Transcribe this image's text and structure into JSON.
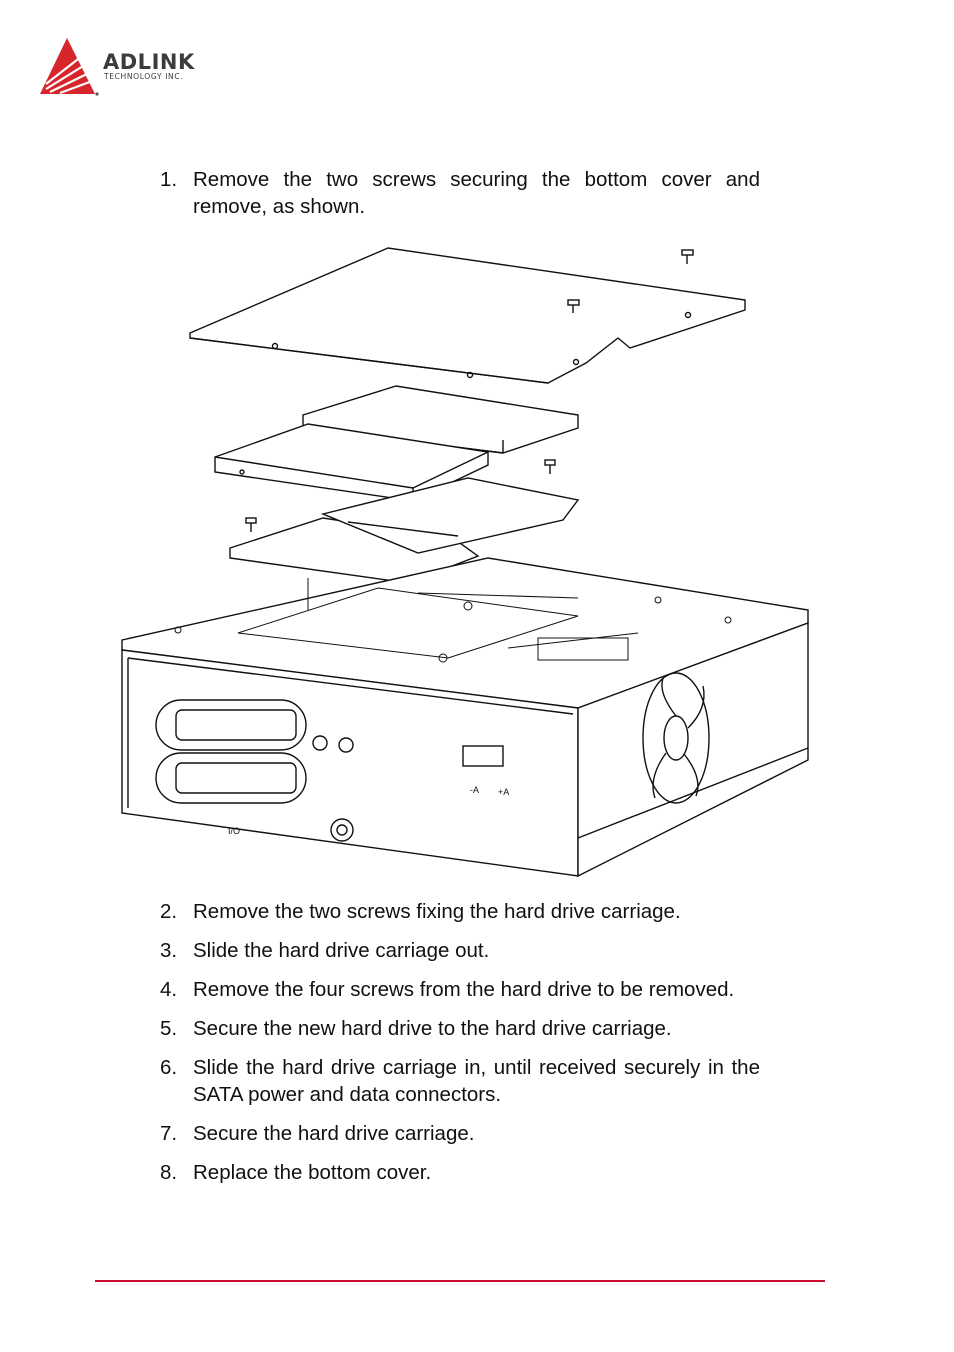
{
  "brand": {
    "name": "ADLINK",
    "tagline": "TECHNOLOGY INC.",
    "accent_color": "#d7262b"
  },
  "steps_top": [
    {
      "num": "1.",
      "text": "Remove the two screws securing the bottom cover and remove, as shown."
    }
  ],
  "figure": {
    "icon": "exploded-chassis-illustration",
    "connector_labels": [
      "I/O",
      "-A",
      "+A"
    ]
  },
  "steps_bottom": [
    {
      "num": "2.",
      "text": "Remove the two screws fixing the hard drive carriage."
    },
    {
      "num": "3.",
      "text": "Slide the hard drive carriage out."
    },
    {
      "num": "4.",
      "text": "Remove the four screws from the hard drive to be removed."
    },
    {
      "num": "5.",
      "text": "Secure the new hard drive to the hard drive carriage."
    },
    {
      "num": "6.",
      "text": "Slide the hard drive carriage in, until received securely in the SATA power and data connectors."
    },
    {
      "num": "7.",
      "text": "Secure the hard drive carriage."
    },
    {
      "num": "8.",
      "text": "Replace the bottom cover."
    }
  ],
  "footer": {
    "rule_color": "#c8102e"
  }
}
